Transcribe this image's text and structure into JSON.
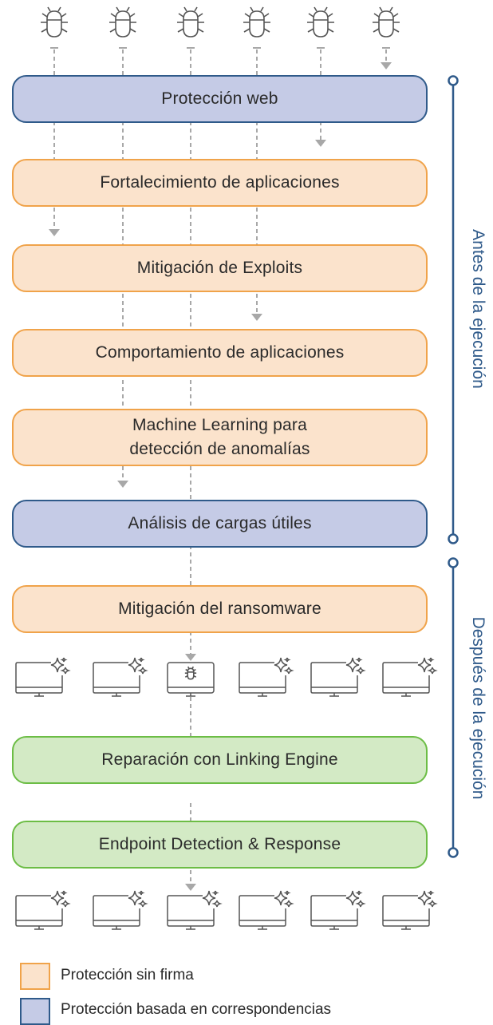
{
  "layers": [
    {
      "name": "Protección web",
      "type": "match"
    },
    {
      "name": "Fortalecimiento de aplicaciones",
      "type": "signatureless"
    },
    {
      "name": "Mitigación de Exploits",
      "type": "signatureless"
    },
    {
      "name": "Comportamiento de aplicaciones",
      "type": "signatureless"
    },
    {
      "name": "Machine Learning para\ndetección de anomalías",
      "type": "signatureless"
    },
    {
      "name": "Análisis de cargas útiles",
      "type": "match"
    },
    {
      "name": "Mitigación del ransomware",
      "type": "signatureless"
    },
    {
      "name": "Reparación con Linking Engine",
      "type": "remediation"
    },
    {
      "name": "Endpoint Detection & Response",
      "type": "remediation"
    }
  ],
  "timeline": {
    "before_label": "Antes de la ejecución",
    "after_label": "Después de la ejecución"
  },
  "legend": {
    "signatureless_label": "Protección sin firma",
    "match_label": "Protección basada en correspondencias"
  },
  "colors": {
    "signatureless_fill": "#fbe3cc",
    "signatureless_border": "#f0a34a",
    "match_fill": "#c5cbe6",
    "match_border": "#2f5a8a",
    "remediation_fill": "#d3eac5",
    "remediation_border": "#6cbd45",
    "timeline": "#2f5a8a",
    "arrow": "#a8a8a8",
    "icon_stroke": "#555555"
  },
  "icons": {
    "threat": "bug-icon",
    "clean_computer": "computer-sparkle-icon",
    "infected_computer": "computer-bug-icon"
  }
}
